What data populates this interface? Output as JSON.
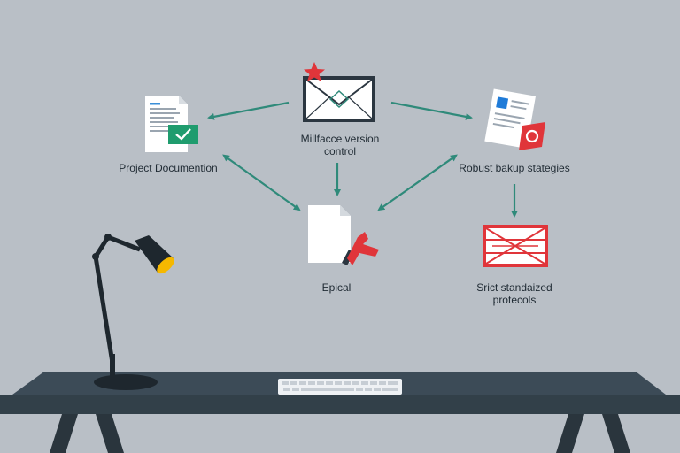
{
  "nodes": {
    "mail": {
      "label_line1": "Millfacce version",
      "label_line2": "control"
    },
    "docs": {
      "label": "Project Documention"
    },
    "backup": {
      "label": "Robust bakup stategies"
    },
    "epical": {
      "label": "Epical"
    },
    "protocols": {
      "label_line1": "Srict standaized",
      "label_line2": "protecols"
    }
  },
  "colors": {
    "background": "#b9bfc6",
    "arrow": "#2f8a7a",
    "desk": "#3c4b57",
    "accent_red": "#e0353a",
    "accent_green": "#1f9c6e",
    "lamp_shade": "#f5b800"
  }
}
